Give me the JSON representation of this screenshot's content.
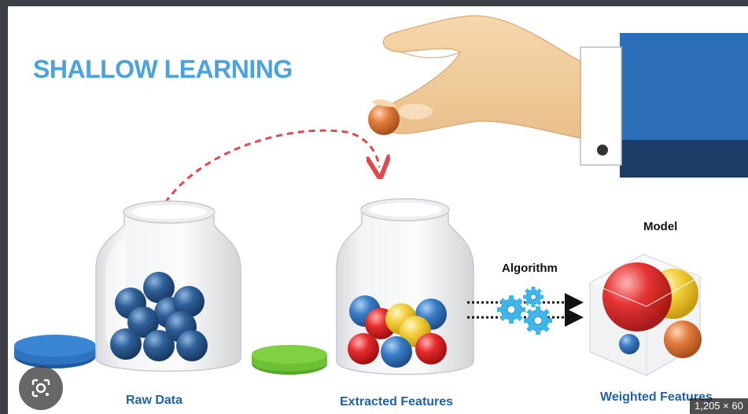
{
  "title": "SHALLOW LEARNING",
  "labels": {
    "raw_data": "Raw Data",
    "extracted_features": "Extracted Features",
    "algorithm": "Algorithm",
    "model": "Model",
    "weighted_features": "Weighted Features"
  },
  "overlay": {
    "lens_icon": "google-lens-icon",
    "size_badge": "1,205 × 60"
  },
  "colors": {
    "title": "#4aa3dd",
    "label": "#1f63a8",
    "arrow": "#e0484a",
    "gear": "#3fb6e8",
    "sleeve": "#2c6fb8",
    "sleeve_cuff": "#1b3d68"
  }
}
